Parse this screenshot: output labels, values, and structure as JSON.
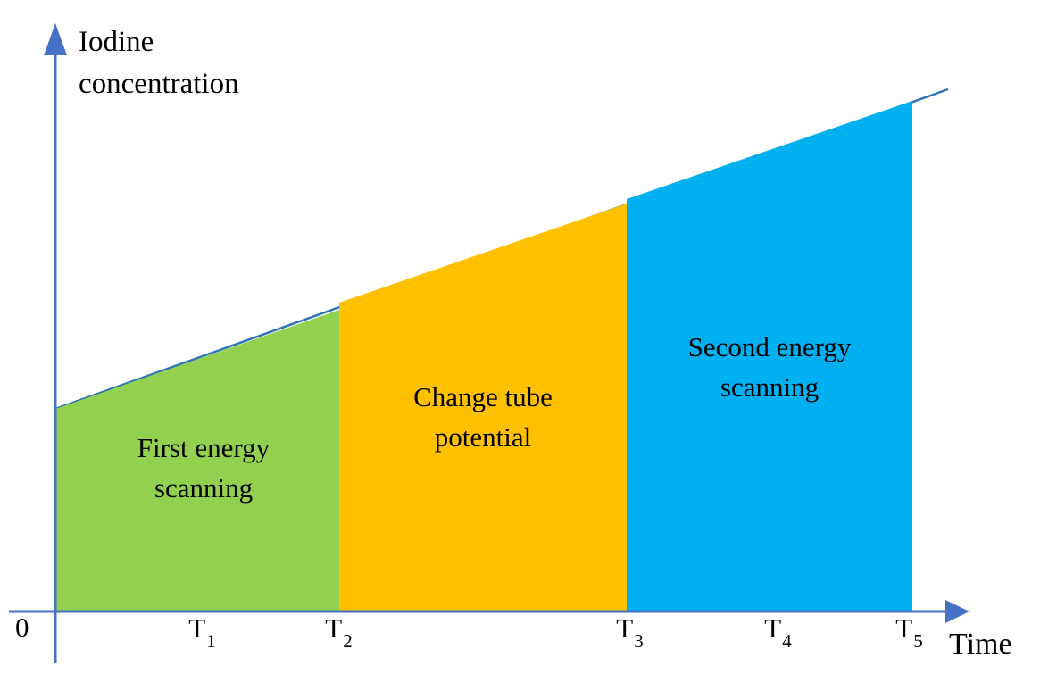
{
  "figure": {
    "y_axis_label": "Iodine concentration",
    "x_axis_label": "Time",
    "origin_label": "0"
  },
  "x_axis": {
    "ticks": [
      {
        "base": "T",
        "sub": "1"
      },
      {
        "base": "T",
        "sub": "2"
      },
      {
        "base": "T",
        "sub": "3"
      },
      {
        "base": "T",
        "sub": "4"
      },
      {
        "base": "T",
        "sub": "5"
      }
    ]
  },
  "regions": [
    {
      "id": "first-energy-scanning",
      "label": "First energy scanning",
      "color": "#92D050"
    },
    {
      "id": "change-tube-potential",
      "label": "Change tube potential",
      "color": "#FFC000"
    },
    {
      "id": "second-energy-scanning",
      "label": "Second energy scanning",
      "color": "#00B0F0"
    }
  ],
  "colors": {
    "axis": "#4472C4",
    "trend_line": "#2E75B6",
    "text": "#000000",
    "background": "#FFFFFF"
  },
  "chart_data": {
    "type": "area",
    "title": "",
    "xlabel": "Time",
    "ylabel": "Iodine concentration",
    "x_ticks": [
      "0",
      "T1",
      "T2",
      "T3",
      "T4",
      "T5"
    ],
    "trend": "Iodine concentration increases linearly with time from 0 through T5",
    "phases": [
      {
        "label": "First energy scanning",
        "start": "0",
        "end": "T2",
        "color": "#92D050"
      },
      {
        "label": "Change tube potential",
        "start": "T2",
        "end": "T3",
        "color": "#FFC000"
      },
      {
        "label": "Second energy scanning",
        "start": "T3",
        "end": "T5",
        "color": "#00B0F0"
      }
    ]
  }
}
